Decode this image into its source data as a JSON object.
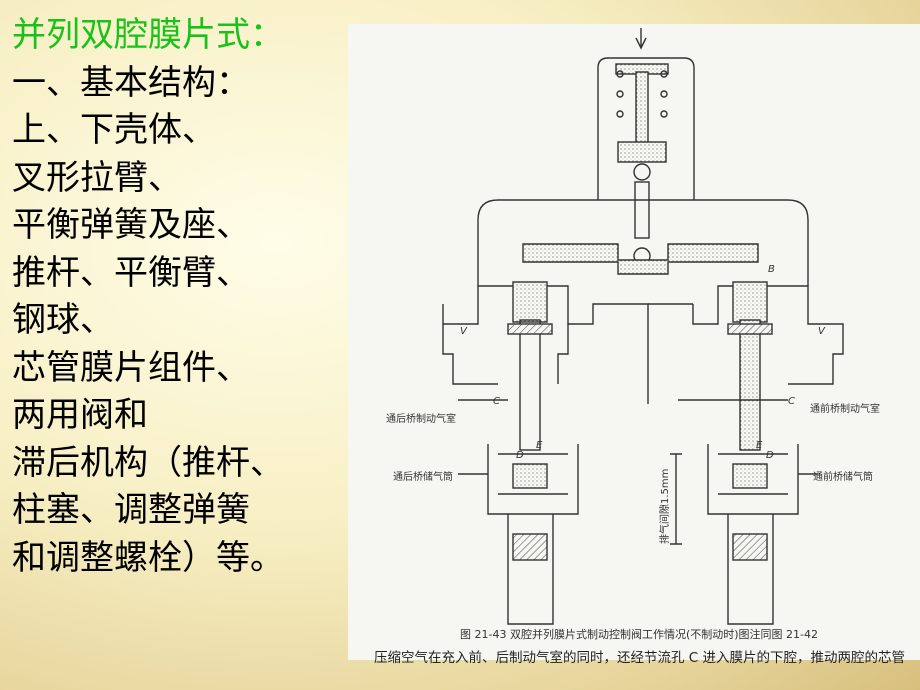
{
  "left_text": {
    "title": "并列双腔膜片式：",
    "lines": [
      "一、基本结构：",
      "上、下壳体、",
      "叉形拉臂、",
      "平衡弹簧及座、",
      "推杆、平衡臂、",
      "钢球、",
      "芯管膜片组件、",
      "两用阀和",
      "滞后机构（推杆、",
      "柱塞、调整弹簧",
      "和调整螺栓）等。"
    ]
  },
  "figure": {
    "labels": {
      "rear_brake_chamber": "通后桥制动气室",
      "front_brake_chamber": "通前桥制动气室",
      "rear_reservoir": "通后桥储气筒",
      "front_reservoir": "通前桥储气筒",
      "exhaust_gap": "排气间隙1.5mm",
      "letter_b": "B",
      "letter_c_left": "C",
      "letter_c_right": "C",
      "letter_v_left": "V",
      "letter_v_right": "V",
      "letter_e_left": "E",
      "letter_e_right": "E",
      "letter_d_left": "D",
      "letter_d_right": "D"
    },
    "caption": "图 21-43   双腔并列膜片式制动控制阀工作情况(不制动时)图注同图 21-42",
    "bottom_line": "压缩空气在充入前、后制动气室的同时，还经节流孔 C 进入膜片的下腔，推动两腔的芯管"
  },
  "colors": {
    "title_green": "#18c318",
    "background": "#f7efc4"
  }
}
